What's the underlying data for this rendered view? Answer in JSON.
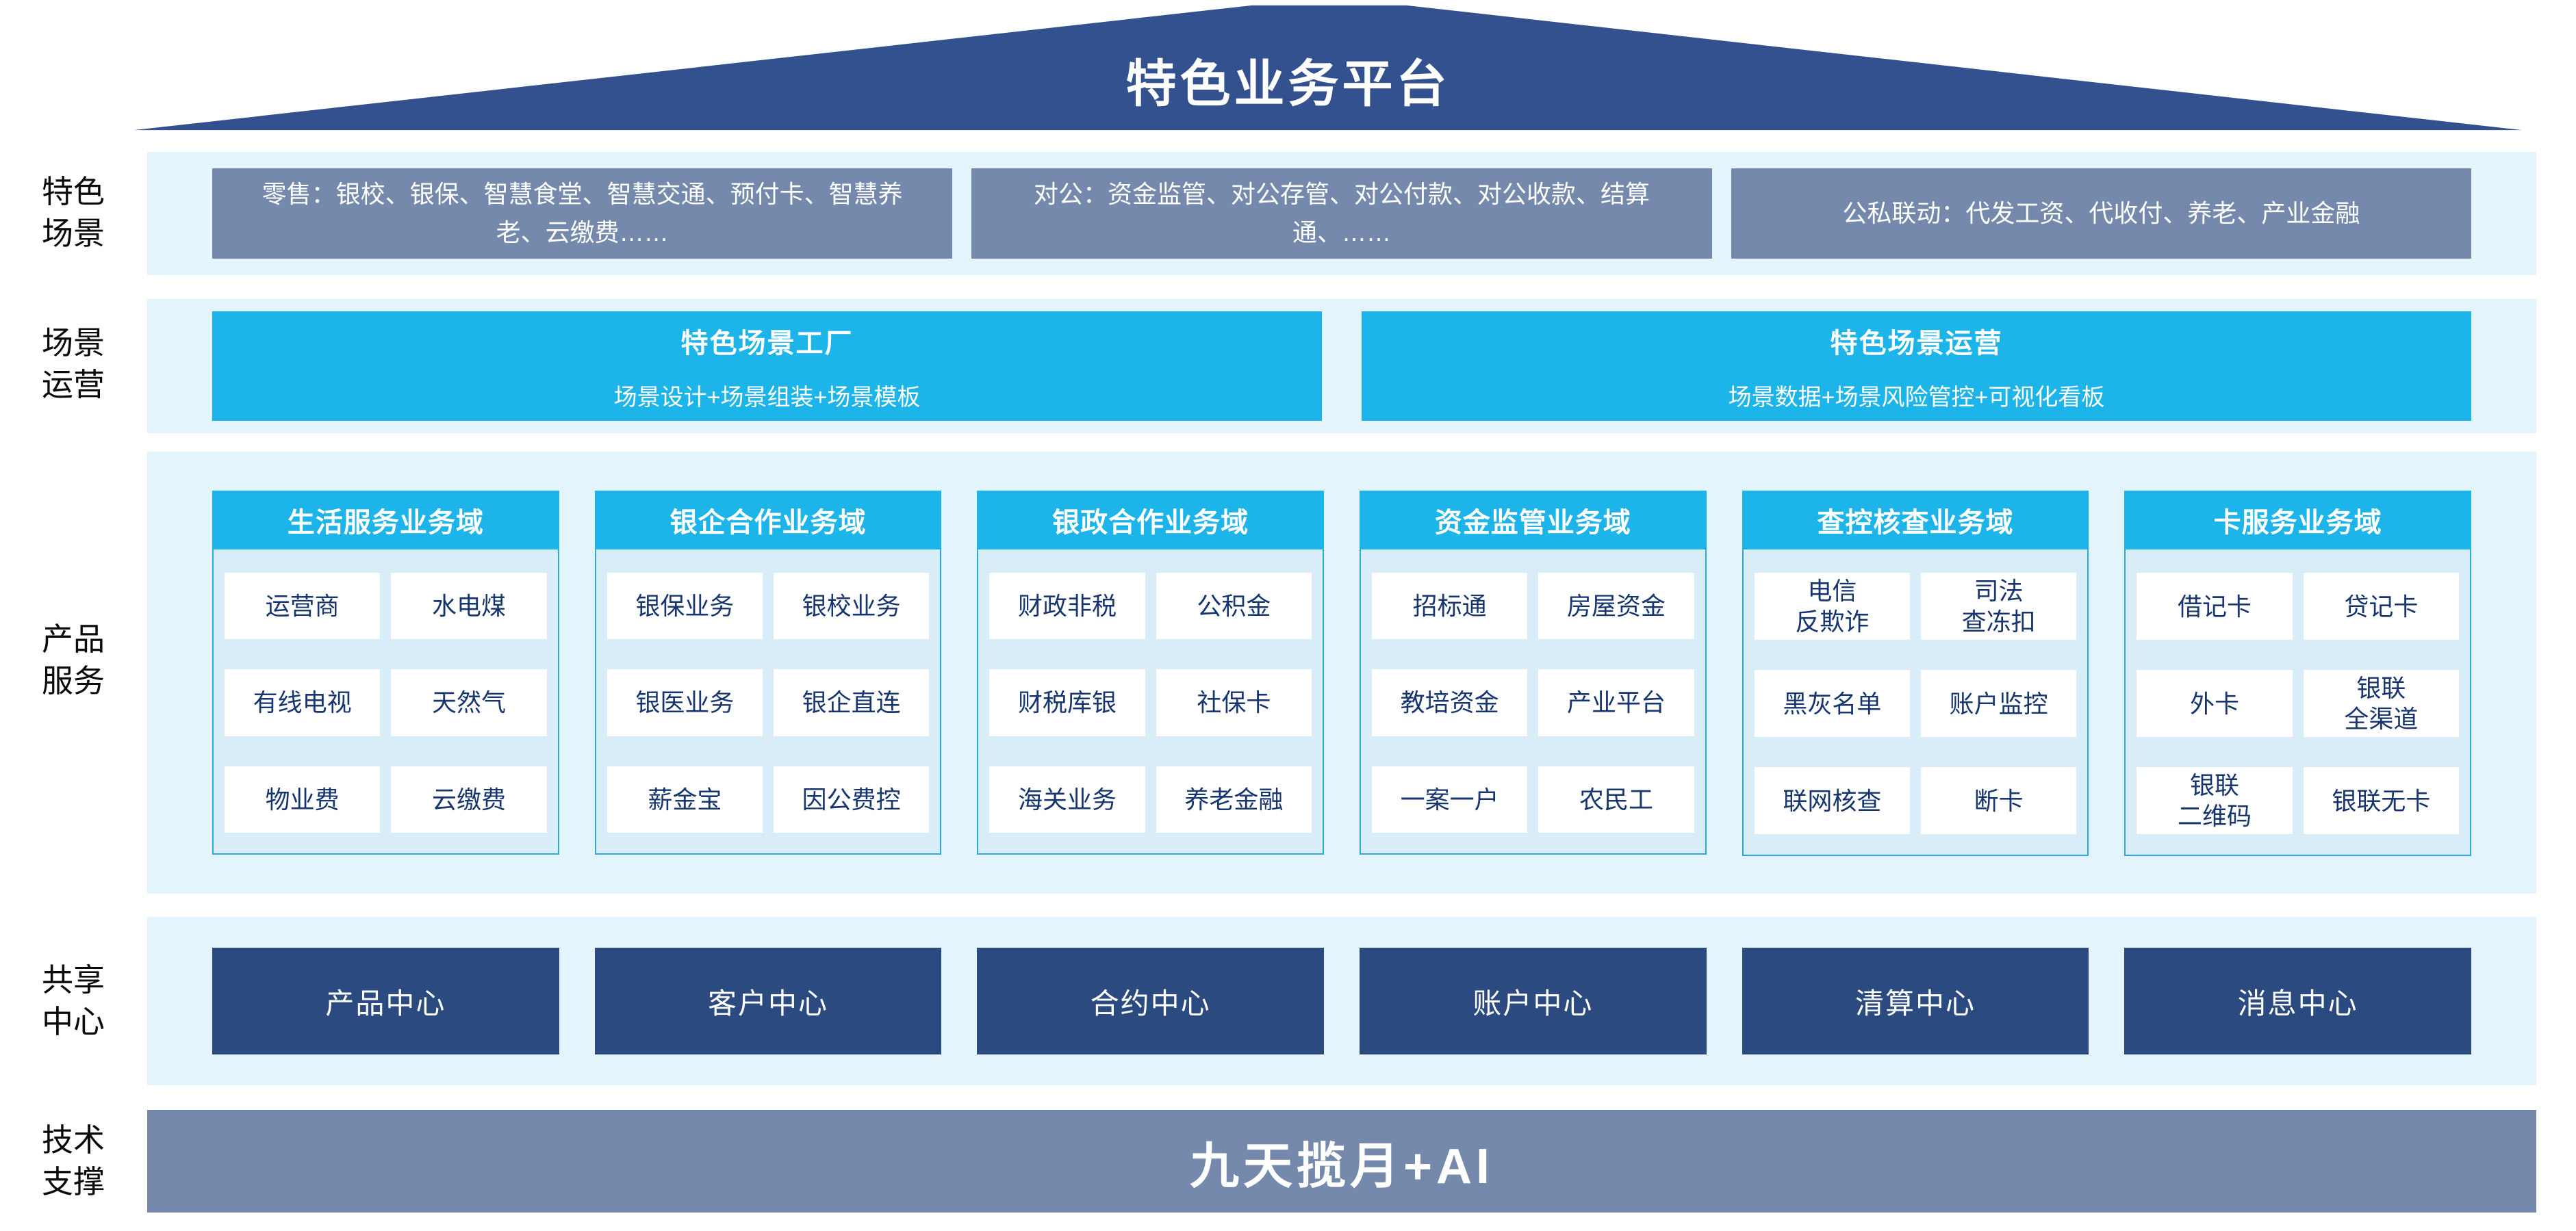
{
  "roof": {
    "title": "特色业务平台"
  },
  "side_labels": [
    {
      "text": "特色\n场景"
    },
    {
      "text": "场景\n运营"
    },
    {
      "text": "产品\n服务"
    },
    {
      "text": "共享\n中心"
    },
    {
      "text": "技术\n支撑"
    }
  ],
  "scenario_row": {
    "boxes": [
      {
        "text": "零售：银校、银保、智慧食堂、智慧交通、预付卡、智慧养老、云缴费……"
      },
      {
        "text": "对公：资金监管、对公存管、对公付款、对公收款、结算通、……"
      },
      {
        "text": "公私联动：代发工资、代收付、养老、产业金融"
      }
    ]
  },
  "operation_row": {
    "boxes": [
      {
        "title": "特色场景工厂",
        "subtitle": "场景设计+场景组装+场景模板"
      },
      {
        "title": "特色场景运营",
        "subtitle": "场景数据+场景风险管控+可视化看板"
      }
    ]
  },
  "product_domains": {
    "columns": [
      {
        "title": "生活服务业务域",
        "items": [
          "运营商",
          "水电煤",
          "有线电视",
          "天然气",
          "物业费",
          "云缴费"
        ]
      },
      {
        "title": "银企合作业务域",
        "items": [
          "银保业务",
          "银校业务",
          "银医业务",
          "银企直连",
          "薪金宝",
          "因公费控"
        ]
      },
      {
        "title": "银政合作业务域",
        "items": [
          "财政非税",
          "公积金",
          "财税库银",
          "社保卡",
          "海关业务",
          "养老金融"
        ]
      },
      {
        "title": "资金监管业务域",
        "items": [
          "招标通",
          "房屋资金",
          "教培资金",
          "产业平台",
          "一案一户",
          "农民工"
        ]
      },
      {
        "title": "查控核查业务域",
        "items": [
          "电信\n反欺诈",
          "司法\n查冻扣",
          "黑灰名单",
          "账户监控",
          "联网核查",
          "断卡"
        ]
      },
      {
        "title": "卡服务业务域",
        "items": [
          "借记卡",
          "贷记卡",
          "外卡",
          "银联\n全渠道",
          "银联\n二维码",
          "银联无卡"
        ]
      }
    ]
  },
  "shared_centers": {
    "boxes": [
      "产品中心",
      "客户中心",
      "合约中心",
      "账户中心",
      "清算中心",
      "消息中心"
    ]
  },
  "tech_support": {
    "bar_label": "九天揽月+AI"
  },
  "colors": {
    "roof_navy": "#34518f",
    "slate_blue": "#7489ab",
    "cyan": "#1db4ea",
    "band_light_blue": "#e4f4fc",
    "card_body_blue": "#d9edf9",
    "card_border_cyan": "#2fa8dd",
    "center_navy": "#2b4a80",
    "item_text_navy": "#17356f"
  }
}
